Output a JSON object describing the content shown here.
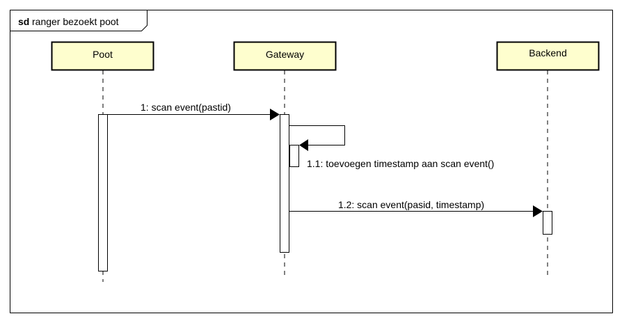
{
  "frame": {
    "keyword": "sd",
    "title": "ranger bezoekt poot"
  },
  "participants": [
    {
      "id": "poot",
      "name": "Poot"
    },
    {
      "id": "gateway",
      "name": "Gateway"
    },
    {
      "id": "backend",
      "name": "Backend"
    }
  ],
  "messages": [
    {
      "id": "m1",
      "from": "poot",
      "to": "gateway",
      "label": "1: scan event(pastid)"
    },
    {
      "id": "m1_1",
      "from": "gateway",
      "to": "gateway",
      "label": "1.1: toevoegen timestamp aan scan event()"
    },
    {
      "id": "m1_2",
      "from": "gateway",
      "to": "backend",
      "label": "1.2: scan event(pasid, timestamp)"
    }
  ],
  "colors": {
    "participant_fill": "#FEFECE",
    "line": "#000000",
    "background": "#FFFFFF"
  }
}
